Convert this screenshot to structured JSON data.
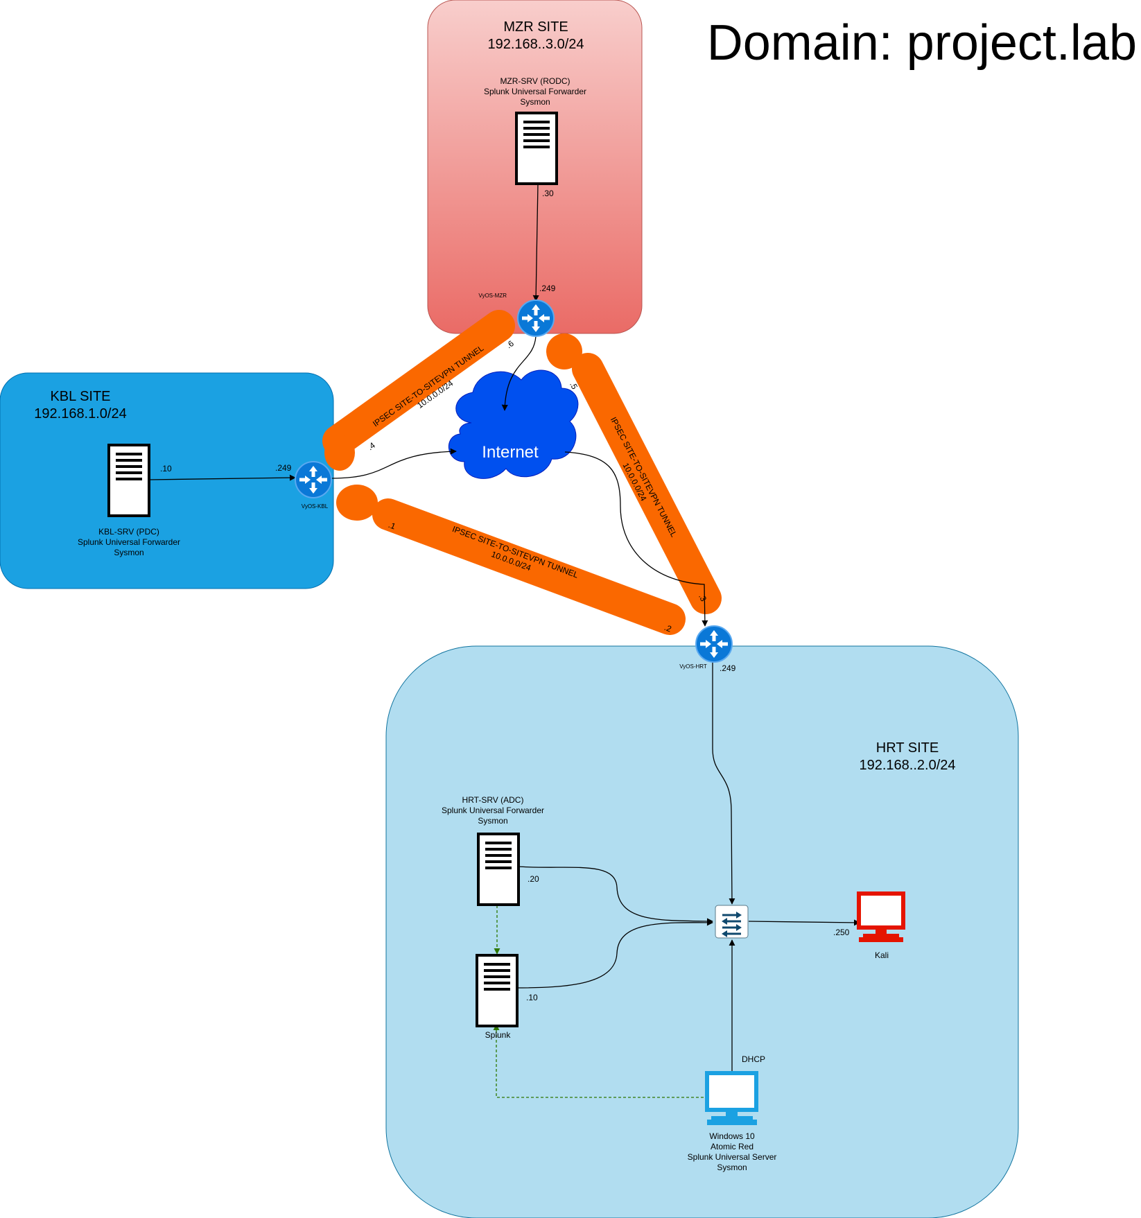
{
  "title": "Domain: project.lab",
  "colors": {
    "tunnel": "#fa6800",
    "kbl_site": "#1ba1e2",
    "hrt_site": "#b1ddf0",
    "mzr_top": "#f8cecc",
    "mzr_bottom": "#ea6b66",
    "router": "#0a78d7",
    "internet": "#0050ef",
    "kali": "#e51400",
    "win10": "#1ba1e2",
    "log_link": "#2d7600"
  },
  "sites": {
    "mzr": {
      "name": "MZR SITE",
      "subnet": "192.168..3.0/24"
    },
    "kbl": {
      "name": "KBL SITE",
      "subnet": "192.168.1.0/24"
    },
    "hrt": {
      "name": "HRT SITE",
      "subnet": "192.168..2.0/24"
    }
  },
  "routers": {
    "mzr": {
      "name": "VyOS-MZR",
      "ip": ".249"
    },
    "kbl": {
      "name": "VyOS-KBL",
      "ip": ".249"
    },
    "hrt": {
      "name": "VyOS-HRT",
      "ip": ".249"
    }
  },
  "servers": {
    "mzr": {
      "lines": [
        "MZR-SRV (RODC)",
        "Splunk Universal Forwarder",
        "Sysmon"
      ],
      "ip": ".30"
    },
    "kbl": {
      "lines": [
        "KBL-SRV (PDC)",
        "Splunk Universal Forwarder",
        "Sysmon"
      ],
      "ip": ".10"
    },
    "hrt": {
      "lines": [
        "HRT-SRV (ADC)",
        "Splunk Universal Forwarder",
        "Sysmon"
      ],
      "ip": ".20"
    },
    "splunk": {
      "lines": [
        "Splunk"
      ],
      "ip": ".10"
    }
  },
  "internet": {
    "label": "Internet"
  },
  "tunnels": [
    {
      "line1": "IPSEC SITE-TO-SITEVPN TUNNEL",
      "line2": "10.0.0.0/24",
      "ip_a": ".4",
      "ip_b": ".6"
    },
    {
      "line1": "IPSEC SITE-TO-SITEVPN TUNNEL",
      "line2": "10.0.0.0/24",
      "ip_a": ".5",
      "ip_b": ".3"
    },
    {
      "line1": "IPSEC SITE-TO-SITEVPN TUNNEL",
      "line2": "10.0.0.0/24",
      "ip_a": ".1",
      "ip_b": ".2"
    }
  ],
  "kali": {
    "label": "Kali",
    "ip": ".250"
  },
  "win10": {
    "lines": [
      "Windows 10",
      "Atomic Red",
      "Splunk Universal Server",
      "Sysmon"
    ],
    "conn": "DHCP"
  }
}
